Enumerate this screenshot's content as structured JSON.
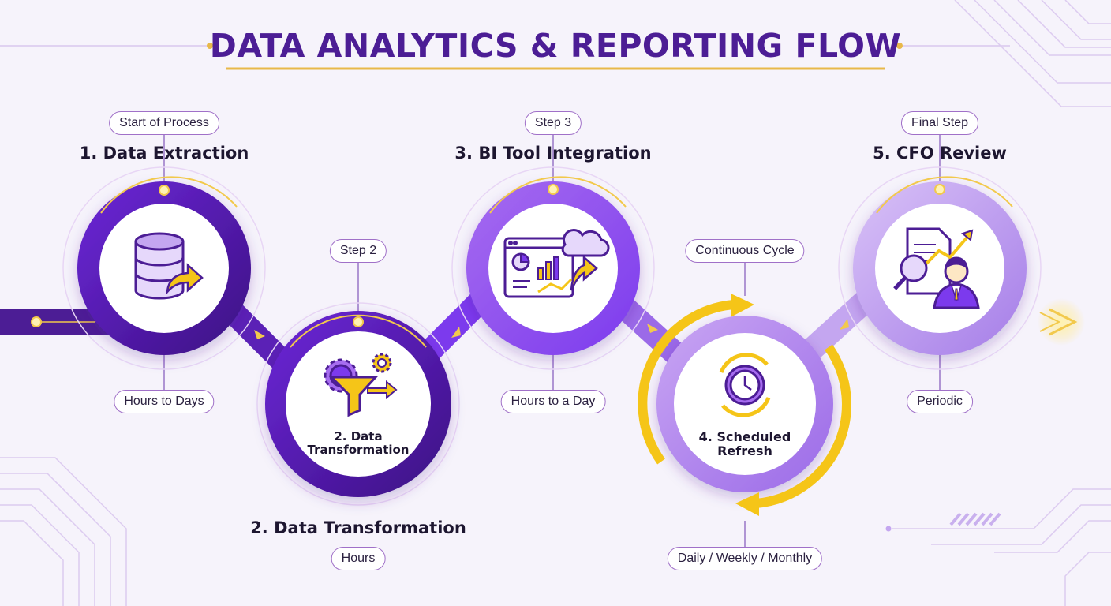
{
  "title": "DATA ANALYTICS & REPORTING FLOW",
  "colors": {
    "deep_purple": "#5b21b6",
    "mid_purple": "#8b5cf6",
    "light_purple": "#c4a6f0",
    "gold": "#f5c518",
    "title_purple": "#4c1d95"
  },
  "steps": [
    {
      "tag": "Start of Process",
      "heading": "1. Data Extraction",
      "duration": "Hours to Days",
      "icon": "database-export-icon"
    },
    {
      "tag": "Step 2",
      "heading": "2. Data Transformation",
      "inner_label_line1": "2. Data",
      "inner_label_line2": "Transformation",
      "duration": "Hours",
      "icon": "gear-funnel-icon"
    },
    {
      "tag": "Step 3",
      "heading": "3. BI Tool Integration",
      "duration": "Hours to a Day",
      "icon": "dashboard-cloud-icon"
    },
    {
      "tag": "Continuous Cycle",
      "inner_label_line1": "4. Scheduled",
      "inner_label_line2": "Refresh",
      "duration": "Daily / Weekly / Monthly",
      "icon": "clock-refresh-icon"
    },
    {
      "tag": "Final Step",
      "heading": "5. CFO Review",
      "duration": "Periodic",
      "icon": "executive-report-icon"
    }
  ]
}
